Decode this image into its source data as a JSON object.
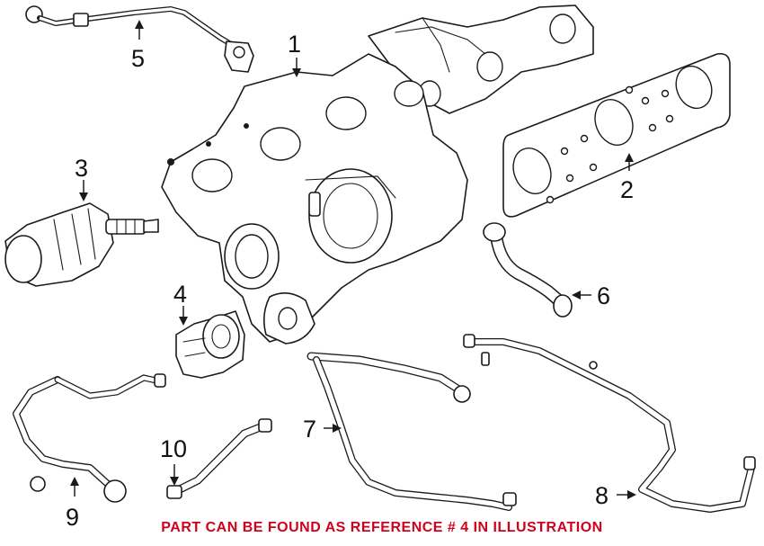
{
  "callouts": [
    {
      "id": "1",
      "label": "1"
    },
    {
      "id": "2",
      "label": "2"
    },
    {
      "id": "3",
      "label": "3"
    },
    {
      "id": "4",
      "label": "4"
    },
    {
      "id": "5",
      "label": "5"
    },
    {
      "id": "6",
      "label": "6"
    },
    {
      "id": "7",
      "label": "7"
    },
    {
      "id": "8",
      "label": "8"
    },
    {
      "id": "9",
      "label": "9"
    },
    {
      "id": "10",
      "label": "10"
    }
  ],
  "caption": {
    "text": "PART CAN BE FOUND AS REFERENCE # 4 IN ILLUSTRATION",
    "color": "#d0021b"
  },
  "colors": {
    "line": "#1a1a1a",
    "background": "#ffffff"
  }
}
